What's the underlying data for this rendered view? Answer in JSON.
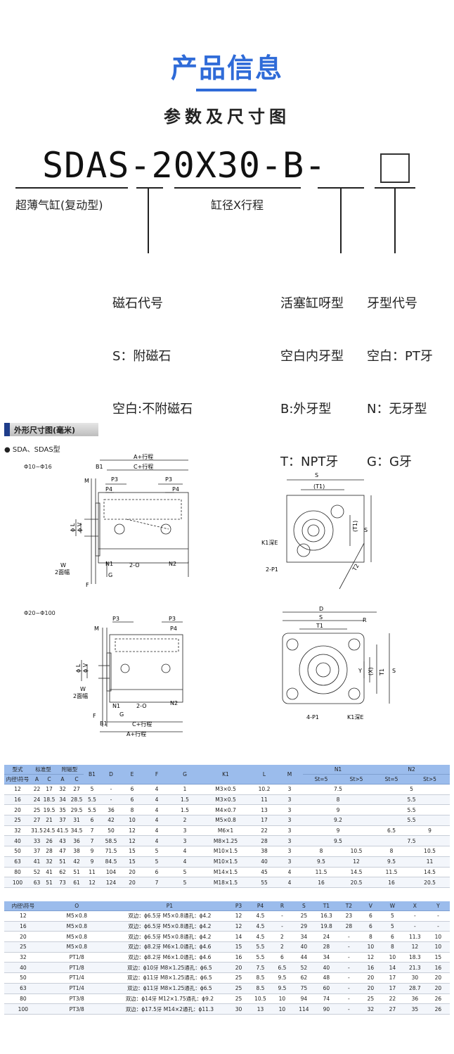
{
  "header": {
    "title": "产品信息",
    "subtitle": "参数及尺寸图"
  },
  "model": {
    "code": "SDAS-20X30-B-",
    "label_type": "超薄气缸(复动型)",
    "label_bore": "缸径X行程",
    "magnet": [
      "磁石代号",
      "S：附磁石",
      "空白:不附磁石"
    ],
    "piston": [
      "活塞缸呀型",
      "空白内牙型",
      "B:外牙型",
      "T：NPT牙"
    ],
    "thread": [
      "牙型代号",
      "空白：PT牙",
      "N：无牙型",
      "G：G牙"
    ]
  },
  "section": {
    "title": "外形尺寸图(毫米)",
    "series": "● SDA、SDAS型"
  },
  "drawing_a": {
    "range": "Φ10~Φ16",
    "labels": {
      "a": "A+行程",
      "b1": "B1",
      "c": "C+行程",
      "m": "M",
      "p3": "P3",
      "p4": "P4",
      "phil": "ϕ L",
      "phiv": "ϕ V",
      "w": "W",
      "w2": "2面幅",
      "f": "F",
      "n1": "N1",
      "g": "G",
      "o2": "2-O",
      "n2": "N2",
      "s": "S",
      "t1": "(T1)",
      "t1v": "(T1)",
      "sv": "S",
      "k1": "K1深E",
      "p1": "2-P1",
      "t2": "T2"
    }
  },
  "drawing_b": {
    "range": "Φ20~Φ100",
    "labels": {
      "m": "M",
      "p3a": "P3",
      "p3b": "P3",
      "p4": "P4",
      "phil": "ϕ L",
      "phiv": "ϕ V",
      "w": "W",
      "w2": "2面幅",
      "f": "F",
      "n1": "N1",
      "o2": "2-O",
      "n2": "N2",
      "g": "G",
      "b1": "B1",
      "c": "C+行程",
      "a": "A+行程",
      "d": "D",
      "s": "S",
      "r": "R",
      "t1": "T1",
      "y": "Y",
      "x": "(X)",
      "t1v": "T1",
      "sv": "S",
      "p1": "4-P1",
      "k1": "K1深E"
    }
  },
  "table1": {
    "head1": [
      "型式",
      "标准型",
      "附磁型",
      "B1",
      "D",
      "E",
      "F",
      "G",
      "K1",
      "L",
      "M",
      "N1",
      "N2"
    ],
    "head2": [
      "内径\\符号",
      "A",
      "C",
      "A",
      "C",
      "St=5",
      "St>5",
      "St=5",
      "St>5"
    ],
    "rows": [
      [
        "12",
        "22",
        "17",
        "32",
        "27",
        "5",
        "-",
        "6",
        "4",
        "1",
        "M3×0.5",
        "10.2",
        "3",
        "7.5",
        "",
        "5",
        ""
      ],
      [
        "16",
        "24",
        "18.5",
        "34",
        "28.5",
        "5.5",
        "-",
        "6",
        "4",
        "1.5",
        "M3×0.5",
        "11",
        "3",
        "8",
        "",
        "5.5",
        ""
      ],
      [
        "20",
        "25",
        "19.5",
        "35",
        "29.5",
        "5.5",
        "36",
        "8",
        "4",
        "1.5",
        "M4×0.7",
        "13",
        "3",
        "9",
        "",
        "5.5",
        ""
      ],
      [
        "25",
        "27",
        "21",
        "37",
        "31",
        "6",
        "42",
        "10",
        "4",
        "2",
        "M5×0.8",
        "17",
        "3",
        "9.2",
        "",
        "5.5",
        ""
      ],
      [
        "32",
        "31.5",
        "24.5",
        "41.5",
        "34.5",
        "7",
        "50",
        "12",
        "4",
        "3",
        "M6×1",
        "22",
        "3",
        "9",
        "",
        "6.5",
        "9"
      ],
      [
        "40",
        "33",
        "26",
        "43",
        "36",
        "7",
        "58.5",
        "12",
        "4",
        "3",
        "M8×1.25",
        "28",
        "3",
        "9.5",
        "",
        "7.5",
        ""
      ],
      [
        "50",
        "37",
        "28",
        "47",
        "38",
        "9",
        "71.5",
        "15",
        "5",
        "4",
        "M10×1.5",
        "38",
        "3",
        "8",
        "10.5",
        "8",
        "10.5"
      ],
      [
        "63",
        "41",
        "32",
        "51",
        "42",
        "9",
        "84.5",
        "15",
        "5",
        "4",
        "M10×1.5",
        "40",
        "3",
        "9.5",
        "12",
        "9.5",
        "11"
      ],
      [
        "80",
        "52",
        "41",
        "62",
        "51",
        "11",
        "104",
        "20",
        "6",
        "5",
        "M14×1.5",
        "45",
        "4",
        "11.5",
        "14.5",
        "11.5",
        "14.5"
      ],
      [
        "100",
        "63",
        "51",
        "73",
        "61",
        "12",
        "124",
        "20",
        "7",
        "5",
        "M18×1.5",
        "55",
        "4",
        "16",
        "20.5",
        "16",
        "20.5"
      ]
    ]
  },
  "table2": {
    "head": [
      "内径\\符号",
      "O",
      "P1",
      "P3",
      "P4",
      "R",
      "S",
      "T1",
      "T2",
      "V",
      "W",
      "X",
      "Y"
    ],
    "rows": [
      [
        "12",
        "M5×0.8",
        "双边：ϕ6.5牙 M5×0.8通孔：ϕ4.2",
        "12",
        "4.5",
        "-",
        "25",
        "16.3",
        "23",
        "6",
        "5",
        "-",
        "-"
      ],
      [
        "16",
        "M5×0.8",
        "双边：ϕ6.5牙 M5×0.8通孔：ϕ4.2",
        "12",
        "4.5",
        "-",
        "29",
        "19.8",
        "28",
        "6",
        "5",
        "-",
        "-"
      ],
      [
        "20",
        "M5×0.8",
        "双边：ϕ6.5牙 M5×0.8通孔：ϕ4.2",
        "14",
        "4.5",
        "2",
        "34",
        "24",
        "-",
        "8",
        "6",
        "11.3",
        "10"
      ],
      [
        "25",
        "M5×0.8",
        "双边：ϕ8.2牙 M6×1.0通孔：ϕ4.6",
        "15",
        "5.5",
        "2",
        "40",
        "28",
        "-",
        "10",
        "8",
        "12",
        "10"
      ],
      [
        "32",
        "PT1/8",
        "双边：ϕ8.2牙 M6×1.0通孔：ϕ4.6",
        "16",
        "5.5",
        "6",
        "44",
        "34",
        "-",
        "12",
        "10",
        "18.3",
        "15"
      ],
      [
        "40",
        "PT1/8",
        "双边：ϕ10牙 M8×1.25通孔：ϕ6.5",
        "20",
        "7.5",
        "6.5",
        "52",
        "40",
        "-",
        "16",
        "14",
        "21.3",
        "16"
      ],
      [
        "50",
        "PT1/4",
        "双边：ϕ11牙 M8×1.25通孔：ϕ6.5",
        "25",
        "8.5",
        "9.5",
        "62",
        "48",
        "-",
        "20",
        "17",
        "30",
        "20"
      ],
      [
        "63",
        "PT1/4",
        "双边：ϕ11牙 M8×1.25通孔：ϕ6.5",
        "25",
        "8.5",
        "9.5",
        "75",
        "60",
        "-",
        "20",
        "17",
        "28.7",
        "20"
      ],
      [
        "80",
        "PT3/8",
        "双边：ϕ14牙 M12×1.75通孔：ϕ9.2",
        "25",
        "10.5",
        "10",
        "94",
        "74",
        "-",
        "25",
        "22",
        "36",
        "26"
      ],
      [
        "100",
        "PT3/8",
        "双边：ϕ17.5牙 M14×2通孔：ϕ11.3",
        "30",
        "13",
        "10",
        "114",
        "90",
        "-",
        "32",
        "27",
        "35",
        "26"
      ]
    ]
  }
}
